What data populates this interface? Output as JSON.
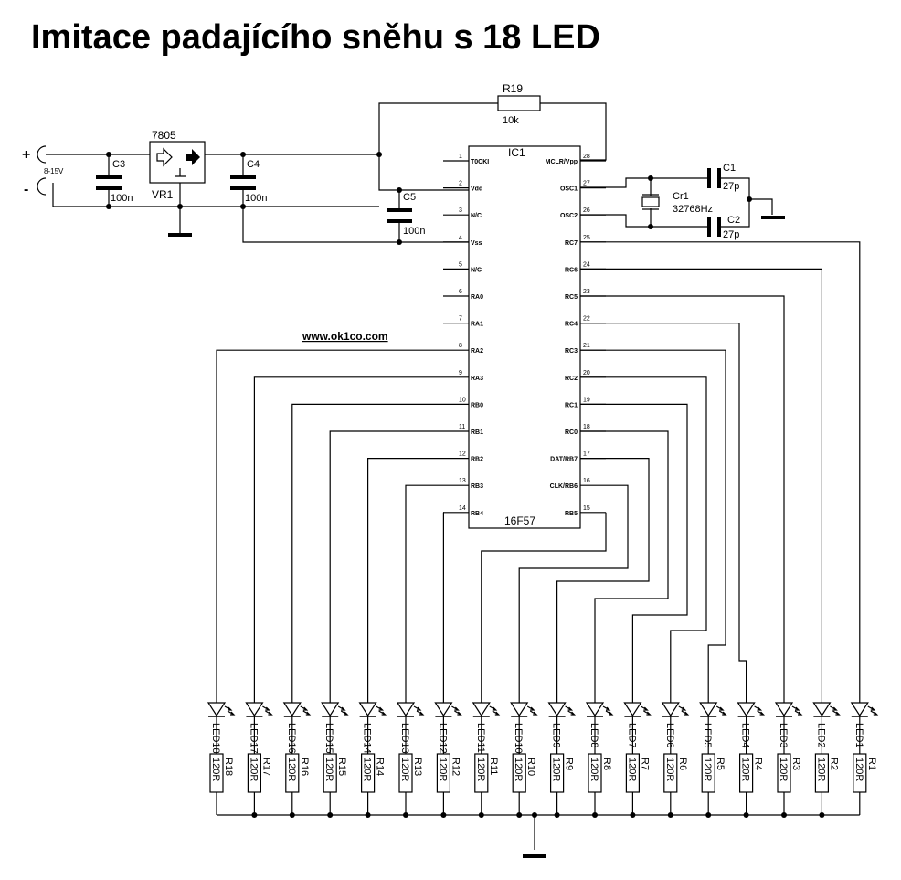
{
  "title": "Imitace padajícího sněhu s 18 LED",
  "website": "www.ok1co.com",
  "supply": {
    "plus": "+",
    "minus": "-",
    "range": "8-15V"
  },
  "regulator": {
    "ref": "VR1",
    "part": "7805"
  },
  "ic": {
    "ref": "IC1",
    "part": "16F57",
    "left_pins": [
      {
        "num": "1",
        "name": "T0CKI"
      },
      {
        "num": "2",
        "name": "Vdd"
      },
      {
        "num": "3",
        "name": "N/C"
      },
      {
        "num": "4",
        "name": "Vss"
      },
      {
        "num": "5",
        "name": "N/C"
      },
      {
        "num": "6",
        "name": "RA0"
      },
      {
        "num": "7",
        "name": "RA1"
      },
      {
        "num": "8",
        "name": "RA2"
      },
      {
        "num": "9",
        "name": "RA3"
      },
      {
        "num": "10",
        "name": "RB0"
      },
      {
        "num": "11",
        "name": "RB1"
      },
      {
        "num": "12",
        "name": "RB2"
      },
      {
        "num": "13",
        "name": "RB3"
      },
      {
        "num": "14",
        "name": "RB4"
      }
    ],
    "right_pins": [
      {
        "num": "28",
        "name": "MCLR/Vpp"
      },
      {
        "num": "27",
        "name": "OSC1"
      },
      {
        "num": "26",
        "name": "OSC2"
      },
      {
        "num": "25",
        "name": "RC7"
      },
      {
        "num": "24",
        "name": "RC6"
      },
      {
        "num": "23",
        "name": "RC5"
      },
      {
        "num": "22",
        "name": "RC4"
      },
      {
        "num": "21",
        "name": "RC3"
      },
      {
        "num": "20",
        "name": "RC2"
      },
      {
        "num": "19",
        "name": "RC1"
      },
      {
        "num": "18",
        "name": "RC0"
      },
      {
        "num": "17",
        "name": "DAT/RB7"
      },
      {
        "num": "16",
        "name": "CLK/RB6"
      },
      {
        "num": "15",
        "name": "RB5"
      }
    ]
  },
  "capacitors": [
    {
      "ref": "C3",
      "value": "100n"
    },
    {
      "ref": "C4",
      "value": "100n"
    },
    {
      "ref": "C5",
      "value": "100n"
    },
    {
      "ref": "C1",
      "value": "27p"
    },
    {
      "ref": "C2",
      "value": "27p"
    }
  ],
  "crystal": {
    "ref": "Cr1",
    "value": "32768Hz"
  },
  "pullup": {
    "ref": "R19",
    "value": "10k"
  },
  "leds": [
    "LED18",
    "LED17",
    "LED16",
    "LED15",
    "LED14",
    "LED13",
    "LED12",
    "LED11",
    "LED10",
    "LED9",
    "LED8",
    "LED7",
    "LED6",
    "LED5",
    "LED4",
    "LED3",
    "LED2",
    "LED1"
  ],
  "resistors": [
    "R18",
    "R17",
    "R16",
    "R15",
    "R14",
    "R13",
    "R12",
    "R11",
    "R10",
    "R9",
    "R8",
    "R7",
    "R6",
    "R5",
    "R4",
    "R3",
    "R2",
    "R1"
  ],
  "led_resistor_value": "120R"
}
